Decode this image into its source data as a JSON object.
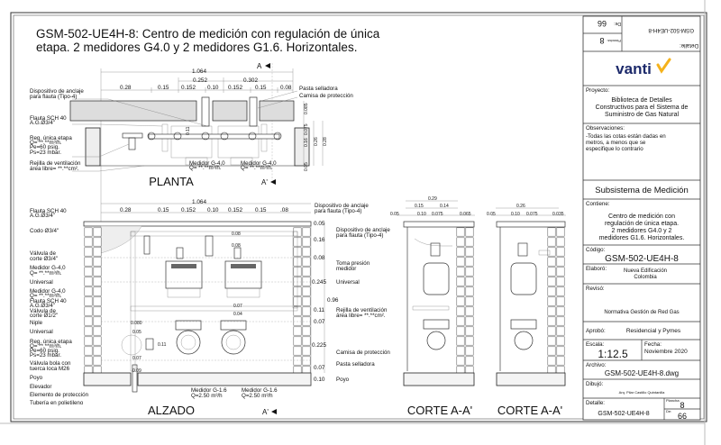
{
  "title": {
    "line1": "GSM-502-UE4H-8: Centro de medición con regulación de única",
    "line2": "etapa.  2 medidores G4.0 y 2 medidores G1.6. Horizontales."
  },
  "planta": {
    "view_label": "PLANTA",
    "section_a": "A",
    "section_a_prime": "A'",
    "dims_top": [
      "0.28",
      "0.15",
      "0.152",
      "0.10",
      "0.152",
      "0.15",
      "0.08"
    ],
    "dim_mid": [
      "0.252",
      "0.302"
    ],
    "dim_total": "1.064",
    "dims_right": [
      "0.085",
      "0.075",
      "0.16",
      "0.26",
      "0.28",
      "0.05"
    ],
    "dim_inner": "0.11",
    "labels": {
      "anclaje_1": "Dispositivo de anclaje",
      "anclaje_2": "para flauta (Tipo-4)",
      "pasta": "Pasta selladora",
      "camisa": "Camisa de protección",
      "flauta_1": "Flauta SCH 40",
      "flauta_2": "A.G.Ø3/4\"",
      "reg_1": "Reg. única etapa",
      "reg_2": "Q= **.**m³/h.",
      "reg_3": "Pe=60 psig.",
      "reg_4": "Ps=23 mbar.",
      "rejilla_1": "Rejilla de ventilación",
      "rejilla_2": "área libre=  **.**cm².",
      "medidor_a_1": "Medidor G-4,0",
      "medidor_a_2": "Q=  **.**m³/h.",
      "medidor_b_1": "Medidor G-4,0",
      "medidor_b_2": "Q=  **.**m³/h."
    }
  },
  "alzado": {
    "view_label": "ALZADO",
    "section_a_prime": "A'",
    "dims_top": [
      "0.28",
      "0.15",
      "0.152",
      "0.10",
      "0.152",
      "0.15",
      ".08"
    ],
    "dim_total": "1.064",
    "dims_right": [
      "0.05",
      "0.16",
      "0.08",
      "0.245",
      "0.96",
      "0.11",
      "0.07",
      "0.225",
      "0.07",
      "0.10"
    ],
    "dims_inner": [
      "0.08",
      "0.08",
      "0.07",
      "0.04"
    ],
    "dims_left": [
      "0.080",
      "0.05",
      "0.11",
      "0.07",
      "0.09"
    ],
    "labels_left": {
      "flauta_1": "Flauta SCH 40",
      "flauta_2": "A.G.Ø3/4\"",
      "codo": "Codo Ø3/4\"",
      "valvula_1": "Válvula de",
      "valvula_2": "corte Ø3/4\"",
      "medidor1_1": "Medidor G-4,0",
      "medidor1_2": "Q= **.**m³/h.",
      "universal1": "Universal",
      "medidor2_1": "Medidor G-4,0",
      "medidor2_2": "Q= **.**m³/h.",
      "flauta2_1": "Flauta SCH 40",
      "flauta2_2": "A.G.Ø3/4\"",
      "valvula2_1": "Válvula de",
      "valvula2_2": "corte Ø1/2\"",
      "niple": "Niple",
      "universal2": "Universal",
      "reg_1": "Reg. única etapa",
      "reg_2": "Q= **.**m³/h.",
      "reg_3": "Pe=60 psig.",
      "reg_4": "Ps=23 mbar.",
      "bola_1": "Válvula bola con",
      "bola_2": "tuerca loca M26",
      "poyo": "Poyo",
      "elevador": "Elevador",
      "elemento": "Elemento de protección",
      "tuberia": "Tubería en polietileno"
    },
    "labels_right": {
      "anclaje1_1": "Dispositivo de anclaje",
      "anclaje1_2": "para flauta (Tipo-4)",
      "anclaje2_1": "Dispositivo de anclaje",
      "anclaje2_2": "para flauta (Tipo-4)",
      "toma_1": "Toma presión",
      "toma_2": "medidor",
      "universal": "Universal",
      "rejilla_1": "Rejilla de ventilación",
      "rejilla_2": "área libre=  **.**cm².",
      "camisa": "Camisa de protección",
      "pasta": "Pasta selladora",
      "poyo": "Poyo"
    },
    "labels_bottom": {
      "g16a_1": "Medidor G-1.6",
      "g16a_2": "Q=2.50 m³/h",
      "g16b_1": "Medidor G-1.6",
      "g16b_2": "Q=2.50 m³/h"
    }
  },
  "corte1": {
    "view_label": "CORTE A-A'",
    "dim_total": "0.29",
    "dims_mid": [
      "0.15",
      "0.14"
    ],
    "dims": [
      "0.05",
      "0.10",
      "0.075",
      "0.065"
    ]
  },
  "corte2": {
    "view_label": "CORTE A-A'",
    "dim_total": "0.26",
    "dims": [
      "0.05",
      "0.10",
      "0.075",
      "0.035"
    ]
  },
  "title_block": {
    "de_label": "De:",
    "de_value": "66",
    "plancha_label": "Plancha:",
    "plancha_value": "8",
    "detalle_label_rot": "Detalle:",
    "detalle_value_rot": "GSM-502-UE4H-8",
    "logo": "vanti",
    "brand_color": "#1d2a6b",
    "accent_color": "#f5b21b",
    "proyecto_label": "Proyecto:",
    "proyecto_1": "Biblioteca de Detalles",
    "proyecto_2": "Constructivos para el Sistema de",
    "proyecto_3": "Suministro de Gas Natural",
    "obs_label": "Observaciones:",
    "obs_1": "-Todas las cotas están dadas en",
    "obs_2": "metros, a menos que se",
    "obs_3": "especifique lo contrario",
    "subsistema": "Subsistema de Medición",
    "contiene_label": "Contiene:",
    "contiene_1": "Centro de medición con",
    "contiene_2": "regulación de única etapa.",
    "contiene_3": "2 medidores G4.0 y 2",
    "contiene_4": "medidores G1.6. Horizontales.",
    "codigo_label": "Código:",
    "codigo": "GSM-502-UE4H-8",
    "elaboro_label": "Elaboró:",
    "elaboro_1": "Nueva Edificación",
    "elaboro_2": "Colombia",
    "reviso_label": "Revisó:",
    "reviso": "Normativa Gestión de Red Gas",
    "aprobo_label": "Aprobó:",
    "aprobo": "Residencial y Pymes",
    "escala_label": "Escala:",
    "escala": "1:12.5",
    "fecha_label": "Fecha:",
    "fecha": "Noviembre 2020",
    "archivo_label": "Archivo:",
    "archivo": "GSM-502-UE4H-8.dwg",
    "dibujo_label": "Dibujó:",
    "dibujo": "Arq. Pilar Castillo Quintanilla",
    "detalle_label": "Detalle:",
    "detalle": "GSM-502-UE4H-8",
    "plancha_label2": "Plancha:",
    "plancha_value2": "8",
    "de_label2": "De:",
    "de_value2": "66"
  }
}
